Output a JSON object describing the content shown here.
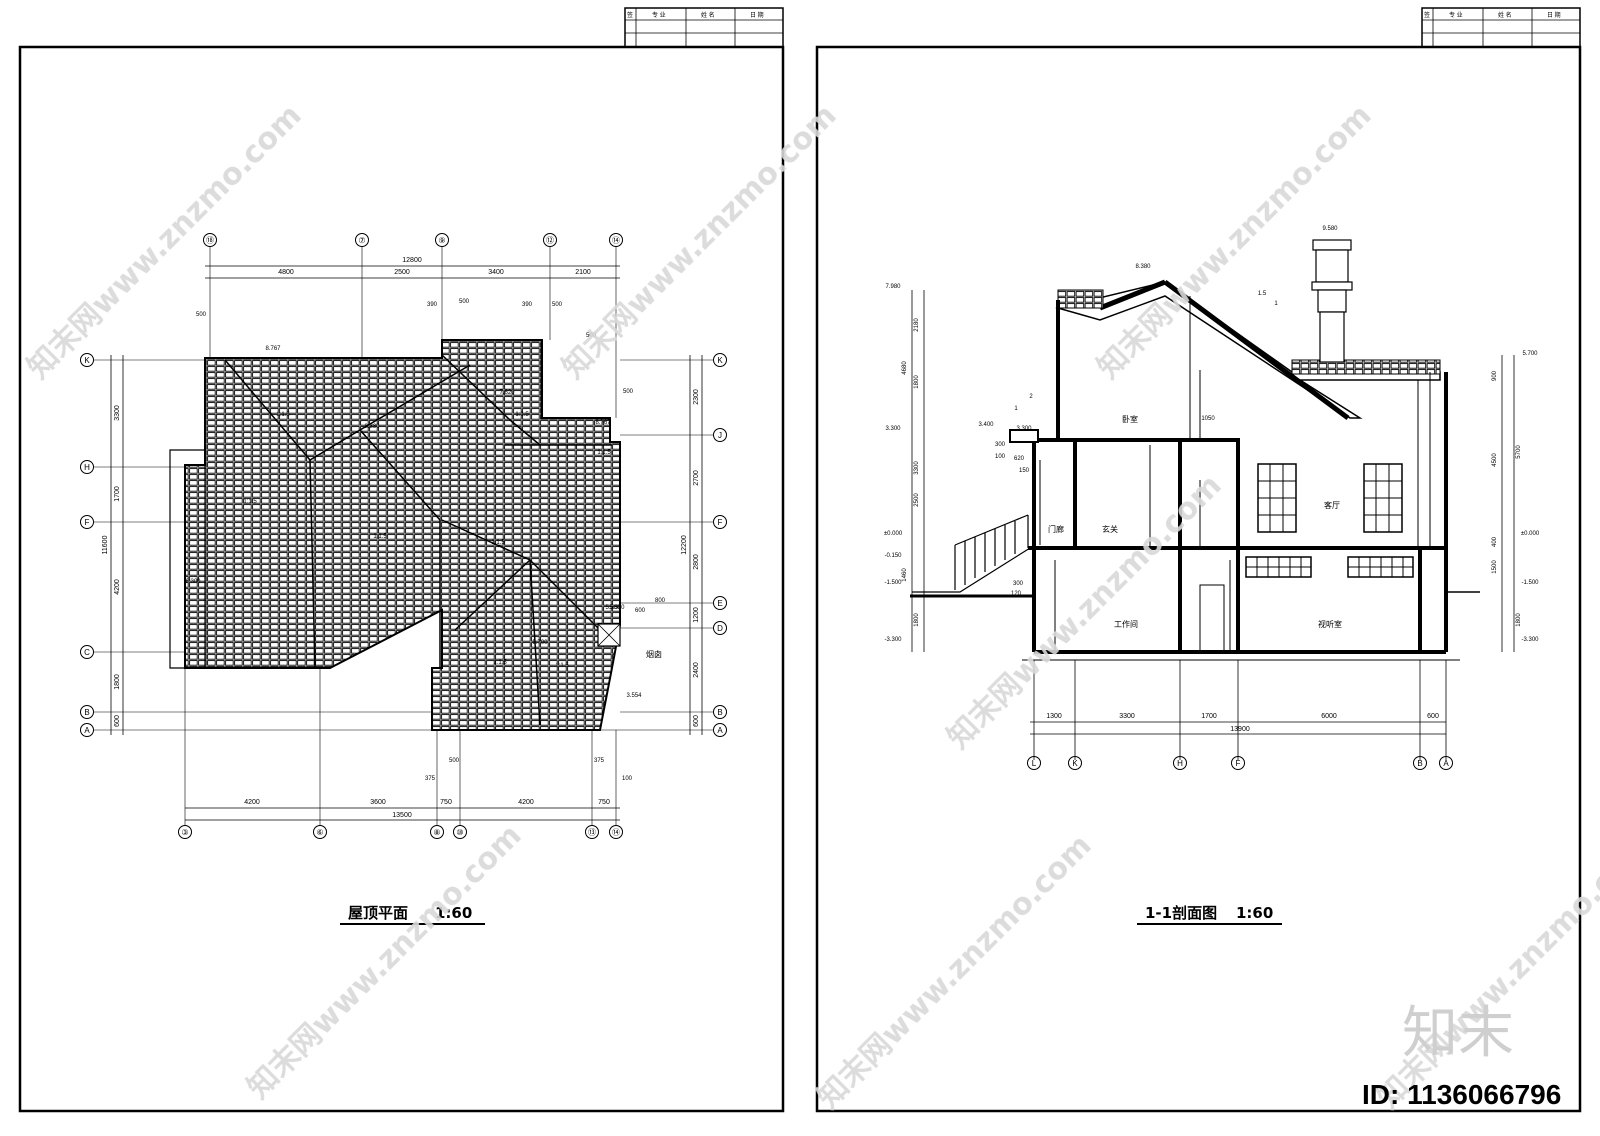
{
  "sheet_left": {
    "title_block": [
      "签",
      "专 业",
      "姓 名",
      "日 期"
    ],
    "drawing_title": "屋顶平面",
    "scale": "1:60",
    "top_axes": [
      "⑱",
      "⑦",
      "⑨",
      "⑫",
      "⑭"
    ],
    "top_total": "12800",
    "top_dims": [
      "4800",
      "2500",
      "3400",
      "2100"
    ],
    "bottom_axes": [
      "③",
      "⑥",
      "⑧",
      "⑩",
      "⑬",
      "⑭"
    ],
    "bottom_dims": [
      "4200",
      "3600",
      "750",
      "4200",
      "750"
    ],
    "bottom_total": "13500",
    "left_axes": [
      "K",
      "H",
      "F",
      "C",
      "B",
      "A"
    ],
    "left_dims": [
      "3300",
      "1700",
      "4200",
      "1800",
      "600"
    ],
    "left_total": "11600",
    "right_axes": [
      "K",
      "J",
      "F",
      "E",
      "D",
      "B",
      "A"
    ],
    "right_dims": [
      "2300",
      "2700",
      "2800",
      "1200",
      "2400",
      "600"
    ],
    "right_total": "12200",
    "small_dims": [
      "500",
      "390",
      "500",
      "390",
      "500",
      "500",
      "500",
      "500",
      "375",
      "375",
      "100",
      "800",
      "600"
    ],
    "elevations": [
      "8.767",
      "8.767",
      "8.380",
      "7.620",
      "6.300",
      "5.580",
      "3.554",
      "5.700",
      "5.580"
    ],
    "slopes": [
      "1:1.5",
      "1:1.5",
      "1:1.5",
      "1:1.5",
      "1:1.5",
      "1:1.5",
      "1:1.5",
      "1:1.5"
    ],
    "note": "烟囱"
  },
  "sheet_right": {
    "title_block": [
      "签",
      "专 业",
      "姓 名",
      "日 期"
    ],
    "drawing_title": "1-1剖面图",
    "scale": "1:60",
    "bottom_axes": [
      "L",
      "K",
      "H",
      "F",
      "B",
      "A"
    ],
    "bottom_dims": [
      "1300",
      "3300",
      "1700",
      "6000",
      "600"
    ],
    "bottom_total": "13900",
    "rooms": [
      "卧室",
      "玄关",
      "门廊",
      "客厅",
      "工作间",
      "视听室"
    ],
    "elevations_left": [
      "7.980",
      "3.300",
      "±0.000",
      "-0.150",
      "-1.500",
      "-3.300"
    ],
    "elevations_right": [
      "5.700",
      "±0.000",
      "-1.500",
      "-3.300"
    ],
    "elev_top": "8.380",
    "elev_chimney": "9.580",
    "elev_canopy": [
      "3.400",
      "3.300"
    ],
    "left_dims": [
      "2180",
      "4680",
      "1800",
      "3300",
      "2500",
      "1800",
      "1460"
    ],
    "right_dims": [
      "900",
      "4500",
      "5700",
      "400",
      "1500",
      "1800"
    ],
    "slope": "1.5",
    "slope_b": "1",
    "small_dims": [
      "2",
      "1",
      "1050",
      "620",
      "300",
      "100",
      "150",
      "300",
      "120"
    ]
  },
  "watermark": {
    "text": "知末网www.znzmo.com",
    "logo": "知末",
    "id_label": "ID: 1136066796"
  }
}
